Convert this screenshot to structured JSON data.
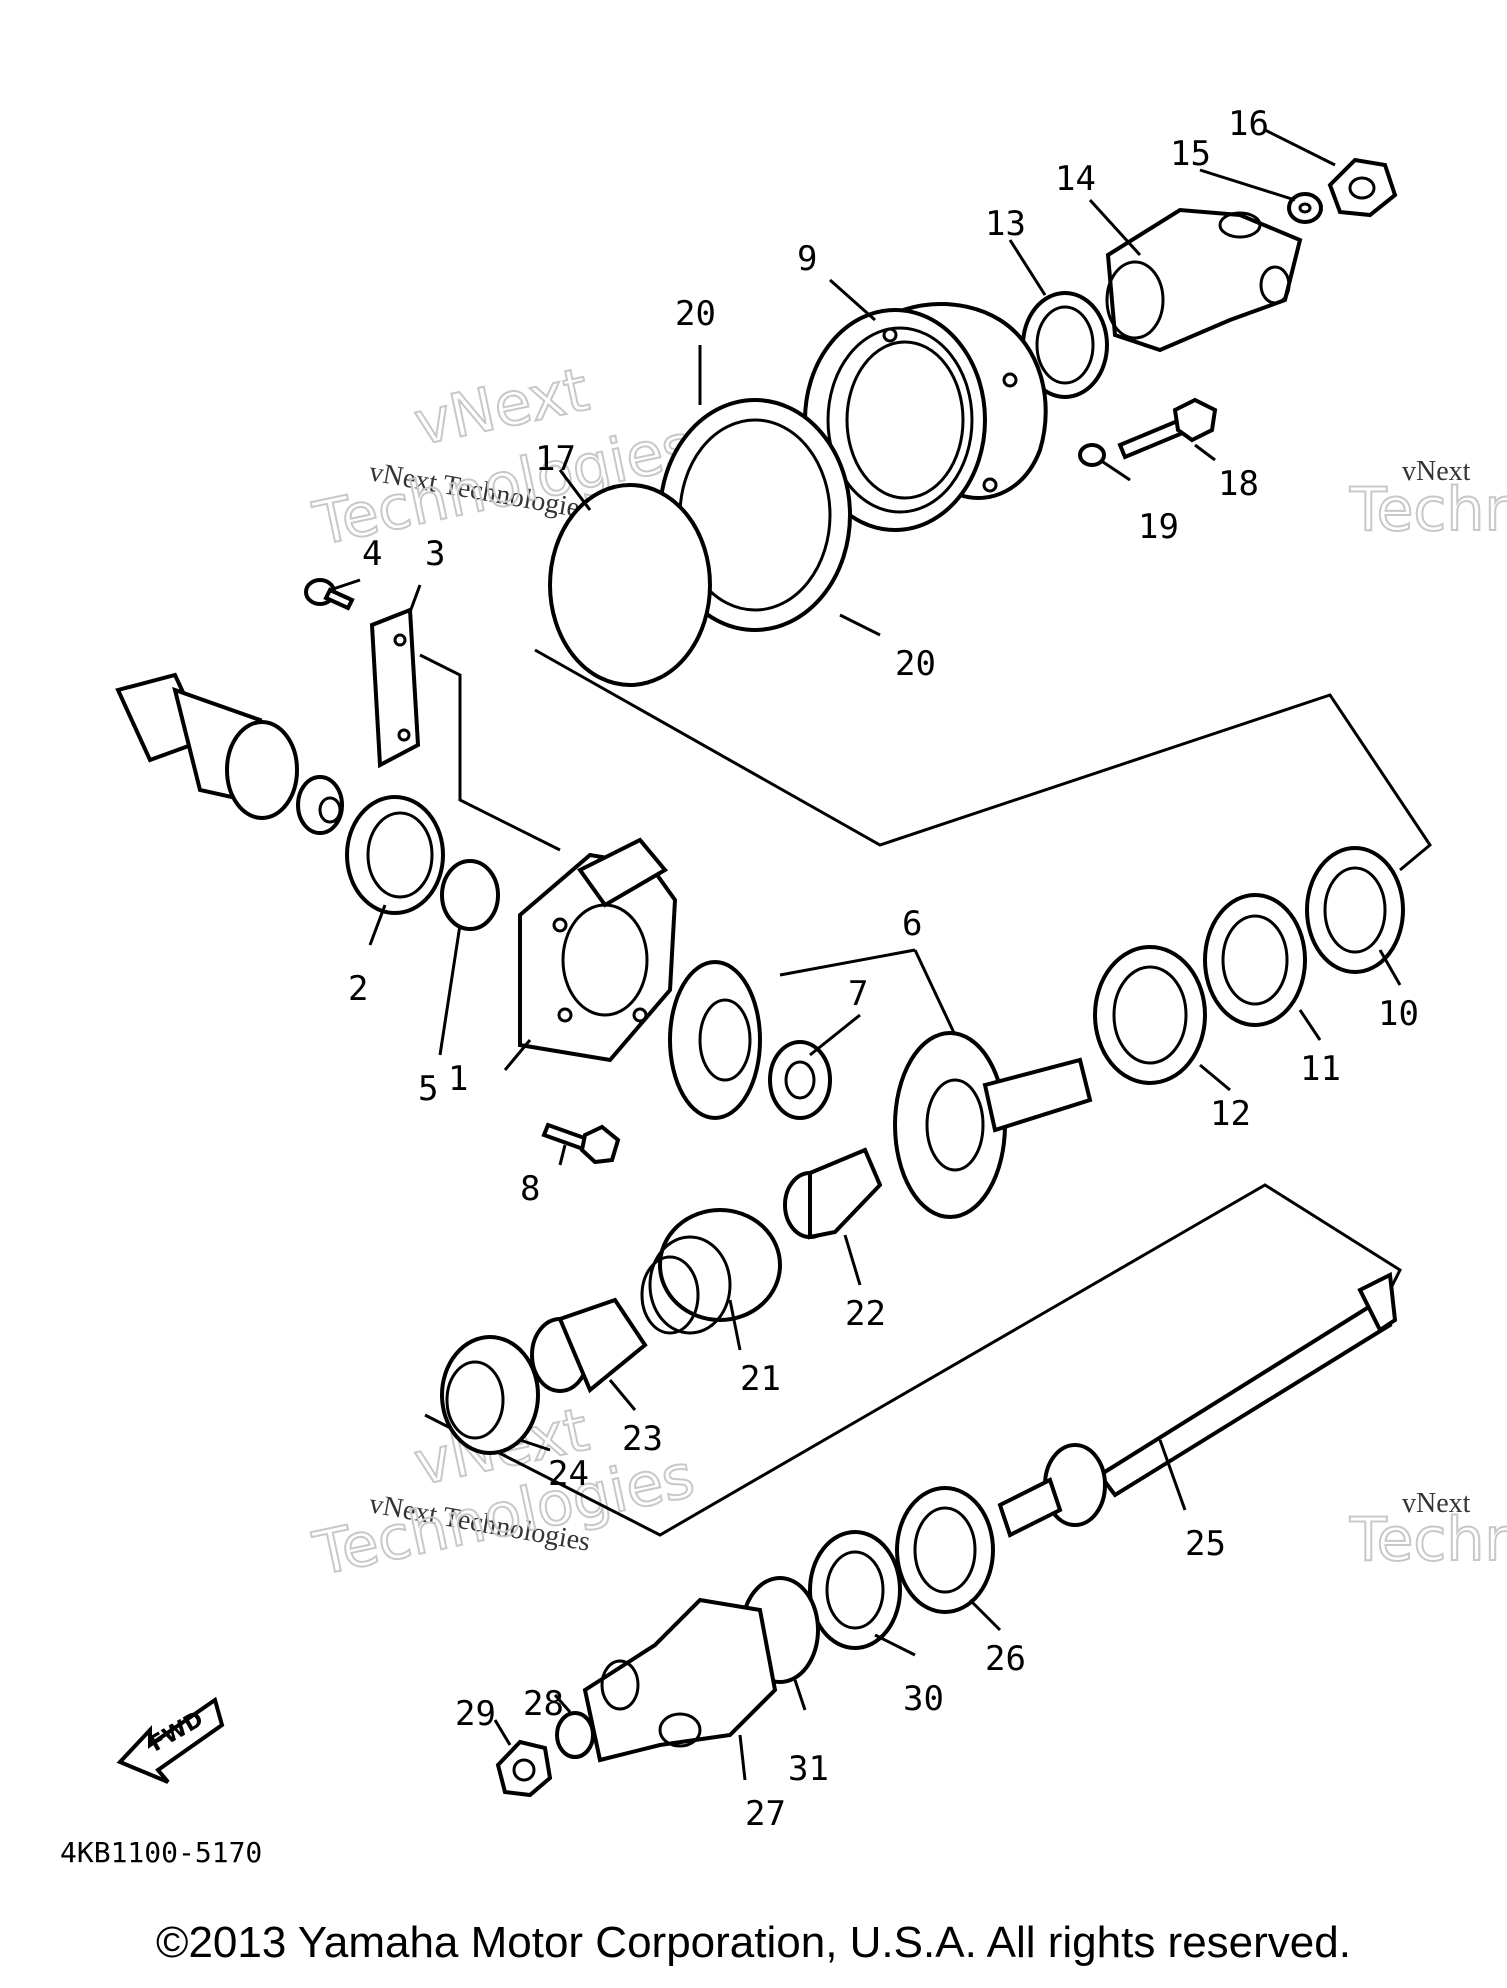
{
  "diagram": {
    "code": "4KB1100-5170",
    "fwd_label": "FWD",
    "callouts": [
      "1",
      "2",
      "3",
      "4",
      "5",
      "6",
      "7",
      "8",
      "9",
      "10",
      "11",
      "12",
      "13",
      "14",
      "15",
      "16",
      "17",
      "18",
      "19",
      "20",
      "20",
      "21",
      "22",
      "23",
      "24",
      "25",
      "26",
      "27",
      "28",
      "29",
      "30",
      "31"
    ],
    "watermark": {
      "line1": "vNext Technologies",
      "line2": "vNext",
      "line3": "Technologies",
      "edge_small": "vNext",
      "edge_big": "Techn"
    }
  },
  "footer": {
    "copyright": "©2013 Yamaha Motor Corporation, U.S.A. All rights reserved."
  },
  "colors": {
    "ink": "#000000",
    "watermark": "#c8c8c8",
    "background": "#ffffff"
  }
}
